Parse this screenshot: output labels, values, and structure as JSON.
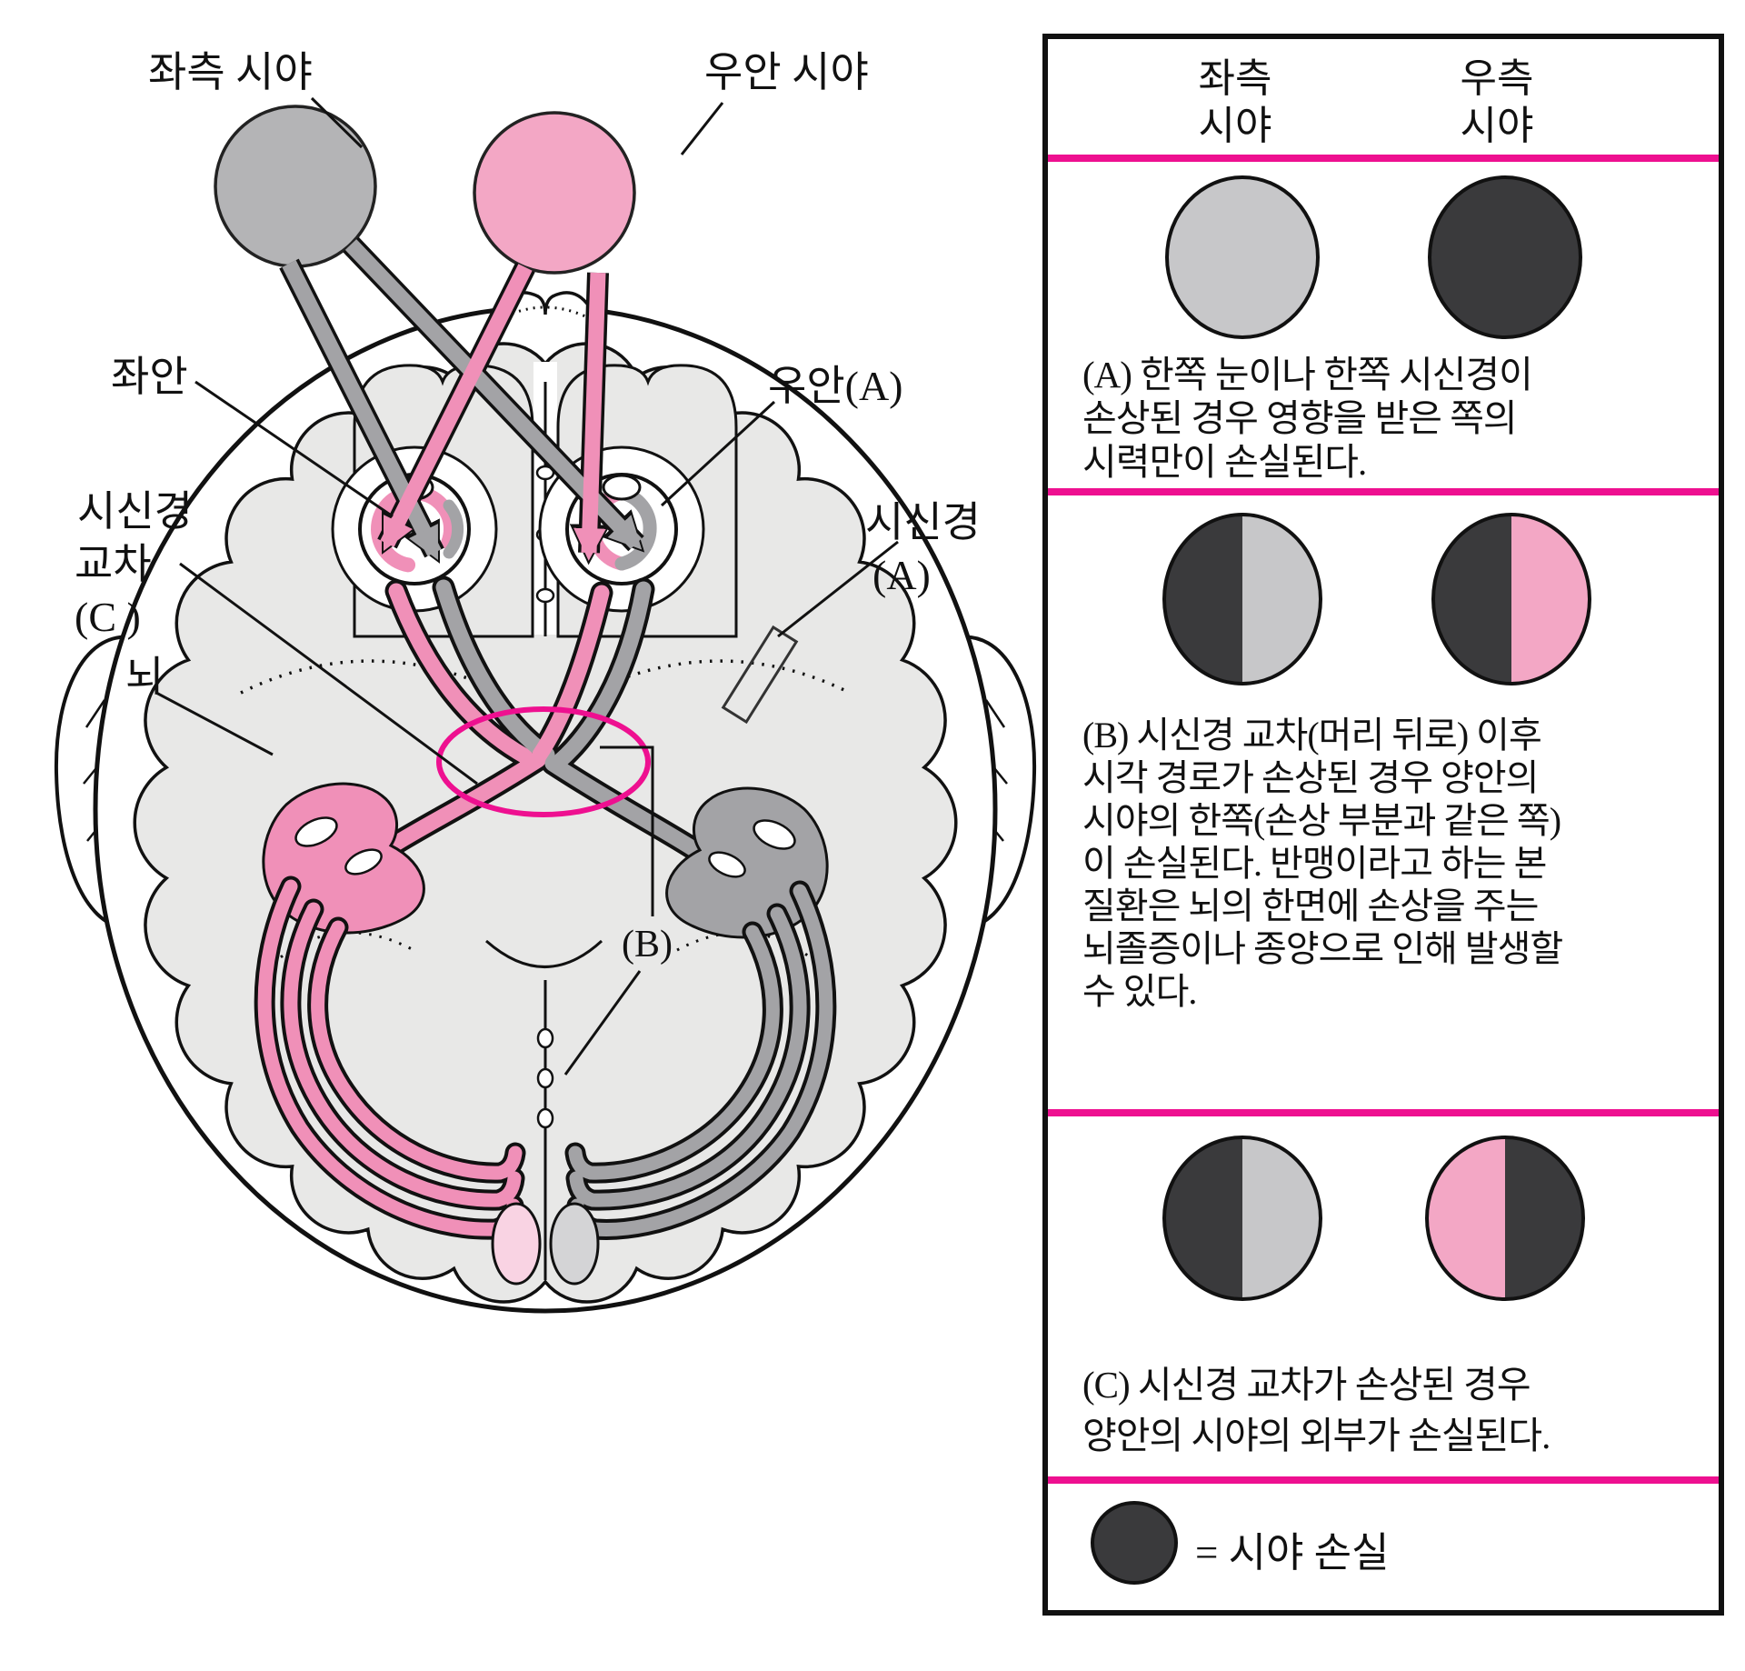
{
  "diagram": {
    "labels": {
      "left_visual_field": "좌측 시야",
      "right_eye_visual_field": "우안 시야",
      "left_eye": "좌안",
      "chiasm_line1": "시신경",
      "chiasm_line2": "교차",
      "chiasm_line3": "(C )",
      "brain": "뇌",
      "right_eye": "우안(A)",
      "optic_nerve_line1": "시신경",
      "optic_nerve_line2": "(A)",
      "b_marker": "(B)"
    },
    "colors": {
      "left_field_circle": "#b4b4b6",
      "right_field_circle": "#f3a7c5",
      "pink_pathway": "#f090b8",
      "gray_pathway": "#a3a3a6",
      "brain_fill": "#e8e8e7",
      "chiasm_ring": "#ee1090",
      "cortex_tip_pink": "#f9d3e3",
      "cortex_tip_gray": "#d4d4d6"
    }
  },
  "panel": {
    "header": {
      "left_col_line1": "좌측",
      "left_col_line2": "시야",
      "right_col_line1": "우측",
      "right_col_line2": "시야"
    },
    "sections": [
      {
        "id": "A",
        "left_circle": "gray",
        "right_circle": "dark",
        "lines": [
          "(A) 한쪽 눈이나 한쪽 시신경이",
          "손상된 경우 영향을 받은 쪽의",
          "시력만이 손실된다."
        ]
      },
      {
        "id": "B",
        "left_circle": "dark-left gray-right",
        "right_circle": "dark-left pink-right",
        "lines": [
          "(B) 시신경 교차(머리 뒤로) 이후",
          "시각 경로가 손상된 경우 양안의",
          "시야의 한쪽(손상 부분과 같은 쪽)",
          "이 손실된다.  반맹이라고 하는 본",
          "질환은 뇌의 한면에 손상을 주는",
          "뇌졸증이나 종양으로 인해 발생할",
          "수 있다."
        ]
      },
      {
        "id": "C",
        "left_circle": "dark-left gray-right",
        "right_circle": "pink-left dark-right",
        "lines": [
          "(C) 시신경 교차가 손상된 경우",
          "양안의 시야의 외부가 손실된다."
        ]
      }
    ],
    "legend": {
      "label": "= 시야 손실"
    },
    "colors": {
      "divider": "#ee1090",
      "field_loss": "#3a3a3c",
      "gray": "#c7c7c9",
      "pink": "#f3a7c5"
    }
  }
}
